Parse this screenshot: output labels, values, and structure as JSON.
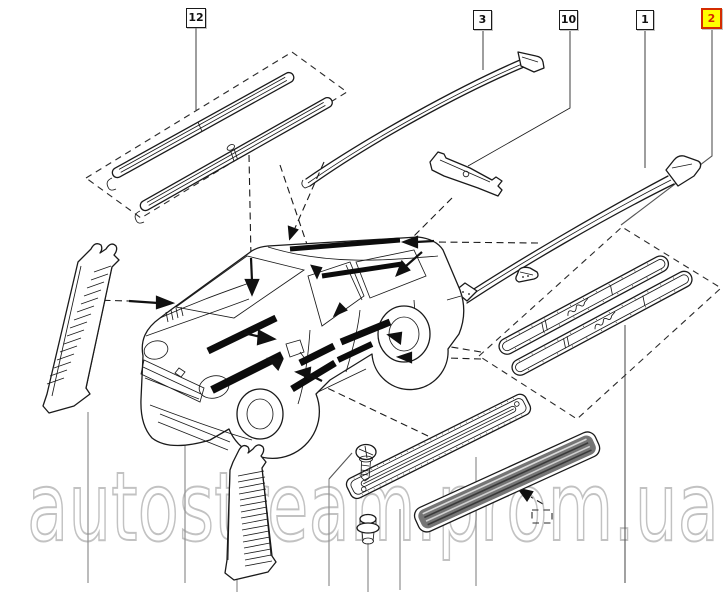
{
  "diagram": {
    "type": "exploded-parts-diagram",
    "subject": "car exterior mouldings and sill trim",
    "line_color": "#1a1a1a",
    "background": "#ffffff",
    "callouts": [
      {
        "label": "12",
        "highlighted": false
      },
      {
        "label": "3",
        "highlighted": false
      },
      {
        "label": "10",
        "highlighted": false
      },
      {
        "label": "1",
        "highlighted": false
      },
      {
        "label": "2",
        "highlighted": true
      }
    ],
    "highlight": {
      "bg": "#ffff00",
      "fg": "#d42b00"
    },
    "watermark": "autostream.prom.ua",
    "parts": [
      {
        "callout": "12",
        "icon": "side-moulding-strips-icon"
      },
      {
        "callout": "3",
        "icon": "roof-drip-moulding-icon"
      },
      {
        "callout": "10",
        "icon": "moulding-end-bracket-icon"
      },
      {
        "callout": "1",
        "icon": "roof-side-moulding-icon"
      },
      {
        "callout": "2",
        "icon": "door-sill-decal-strips-icon"
      },
      {
        "icon": "a-pillar-trim-icon"
      },
      {
        "icon": "b-pillar-trim-icon"
      },
      {
        "icon": "door-sill-plate-icon"
      },
      {
        "icon": "screw-icon"
      },
      {
        "icon": "clip-nut-icon"
      },
      {
        "icon": "sill-scuff-strip-icon"
      },
      {
        "icon": "car-illustration-icon"
      }
    ]
  }
}
